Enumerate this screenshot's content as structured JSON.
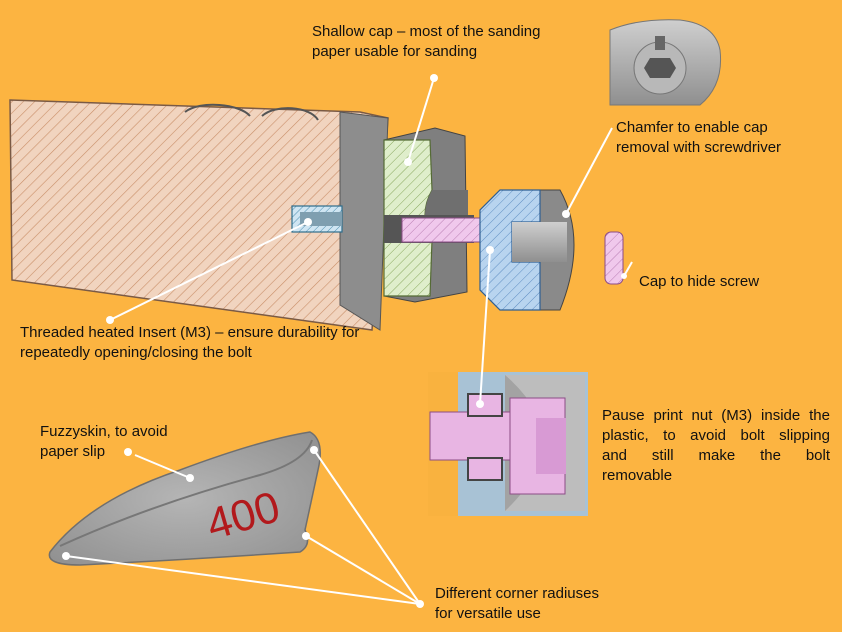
{
  "labels": {
    "shallow_cap": [
      "Shallow cap – most of the sanding",
      "paper usable for sanding"
    ],
    "chamfer": [
      "Chamfer to enable cap",
      "removal with screwdriver"
    ],
    "cap_hide": [
      "Cap to hide screw"
    ],
    "threaded_insert": [
      "Threaded heated Insert (M3) – ensure durability for",
      "repeatedly opening/closing the bolt"
    ],
    "pause_print": [
      "Pause print nut (M3) inside the",
      "plastic, to avoid bolt slipping",
      "and still make the bolt",
      "removable"
    ],
    "fuzzyskin": [
      "Fuzzyskin, to avoid",
      "paper slip"
    ],
    "corner_radiuses": [
      "Different corner radiuses",
      "for versatile use"
    ]
  },
  "part_marking": "400",
  "colors": {
    "background": "#fcb441",
    "body_hatch": "#d7a47e",
    "cap_green": "#d2e6b3",
    "cap_blue": "#9fc3e6",
    "bolt_pink": "#e8b5e3",
    "metal_gray": "#a9a9a9",
    "marking_red": "#b2191c",
    "leader_white": "#ffffff"
  }
}
